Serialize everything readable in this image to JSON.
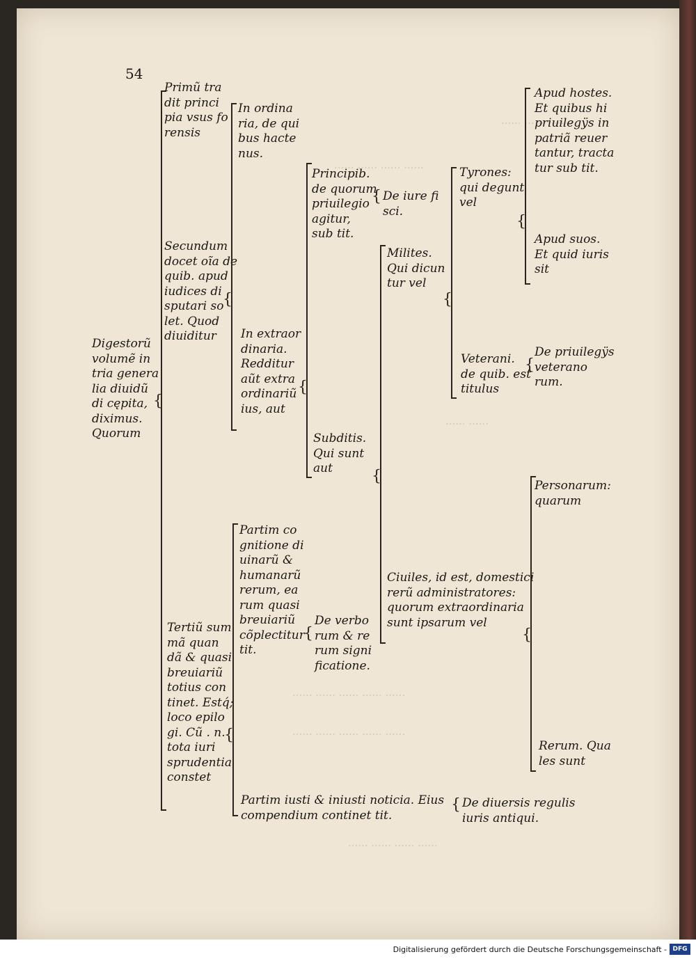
{
  "page_number": "54",
  "root": [
    "Digestorũ",
    "volumẽ in",
    "tria genera",
    "lia diuidũ",
    "di cępita,",
    "diximus.",
    "Quorum"
  ],
  "primum": [
    "Primũ tra",
    "dit princi",
    "pia vsus fo",
    "rensis"
  ],
  "secundum": [
    "Secundum",
    "docet oĩa de",
    "quib. apud",
    "iudices di",
    "sputari so",
    "let. Quod",
    "diuiditur"
  ],
  "tertium": [
    "Tertiũ sum",
    "mã quan",
    "dã & quasi",
    "breuiariũ",
    "totius con",
    "tinet. Estq́;",
    "loco epilo",
    "gi. Cũ . n.",
    "tota iuri",
    "sprudentia",
    "constet"
  ],
  "in_ordinaria": [
    "In ordina",
    "ria, de qui",
    "bus hacte",
    "nus."
  ],
  "in_extraordinaria": [
    "In extraor",
    "dinaria.",
    "Redditur",
    "aũt extra",
    "ordinariũ",
    "ius, aut"
  ],
  "principibus": [
    "Principib.",
    "de quorum",
    "priuilegio",
    "agitur,",
    "sub tit."
  ],
  "de_iure_fisci": [
    "De iure fi",
    "sci."
  ],
  "subditis": [
    "Subditis.",
    "Qui sunt",
    "aut"
  ],
  "milites": [
    "Milites.",
    "Qui dicun",
    "tur vel"
  ],
  "tyrones": [
    "Tyrones:",
    "qui degunt",
    "vel"
  ],
  "apud_hostes": [
    "Apud hostes.",
    "Et quibus hi",
    "priuilegÿs in",
    "patriã reuer",
    "tantur, tracta",
    "tur sub tit."
  ],
  "apud_suos": [
    "Apud suos.",
    "Et quid iuris",
    "sit"
  ],
  "veterani": [
    "Veterani.",
    "de quib. est",
    "titulus"
  ],
  "de_priuilegiis": [
    "De priuilegÿs",
    "veterano",
    "rum."
  ],
  "ciuiles": [
    "Ciuiles, id est, domestici",
    "rerũ administratores:",
    "quorum extraordinaria",
    "sunt ipsarum vel"
  ],
  "personarum": [
    "Personarum:",
    "quarum"
  ],
  "rerum": [
    "Rerum. Qua",
    "les sunt"
  ],
  "partim_cognitione": [
    "Partim co",
    "gnitione di",
    "uinarũ &",
    "humanarũ",
    "rerum, ea",
    "rum quasi",
    "breuiariũ",
    "cõplectitur",
    "tit."
  ],
  "de_verborum": [
    "De verbo",
    "rum & re",
    "rum signi",
    "ficatione."
  ],
  "partim_iusti": [
    "Partim iusti & iniusti noticia. Eius",
    "compendium continet tit."
  ],
  "de_diuersis": [
    "De diuersis regulis",
    "iuris antiqui."
  ],
  "footer": "Digitalisierung gefördert durch die Deutsche Forschungsgemeinschaft -",
  "footer_logo": "DFG",
  "colors": {
    "paper": "#efe6d6",
    "ink": "#1b1712",
    "background": "#2a2622"
  }
}
